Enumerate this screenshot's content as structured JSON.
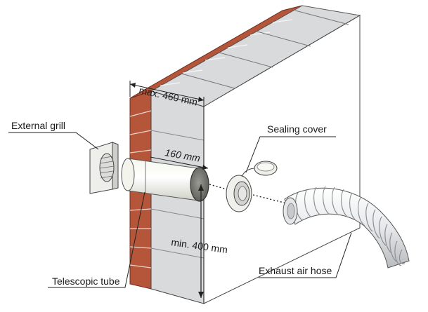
{
  "labels": {
    "external_grill": "External grill",
    "sealing_cover": "Sealing cover",
    "telescopic_tube": "Telescopic tube",
    "exhaust_air_hose": "Exhaust air hose"
  },
  "dimensions": {
    "wall_thickness": "max. 460 mm",
    "tube_length": "160 mm",
    "height_from_floor": "min. 400 mm"
  },
  "colors": {
    "brick": "#b5553a",
    "block": "#d9dadc",
    "block_dark": "#c4c5c8",
    "wall_face": "#ffffff",
    "line": "#2a2a2a"
  }
}
